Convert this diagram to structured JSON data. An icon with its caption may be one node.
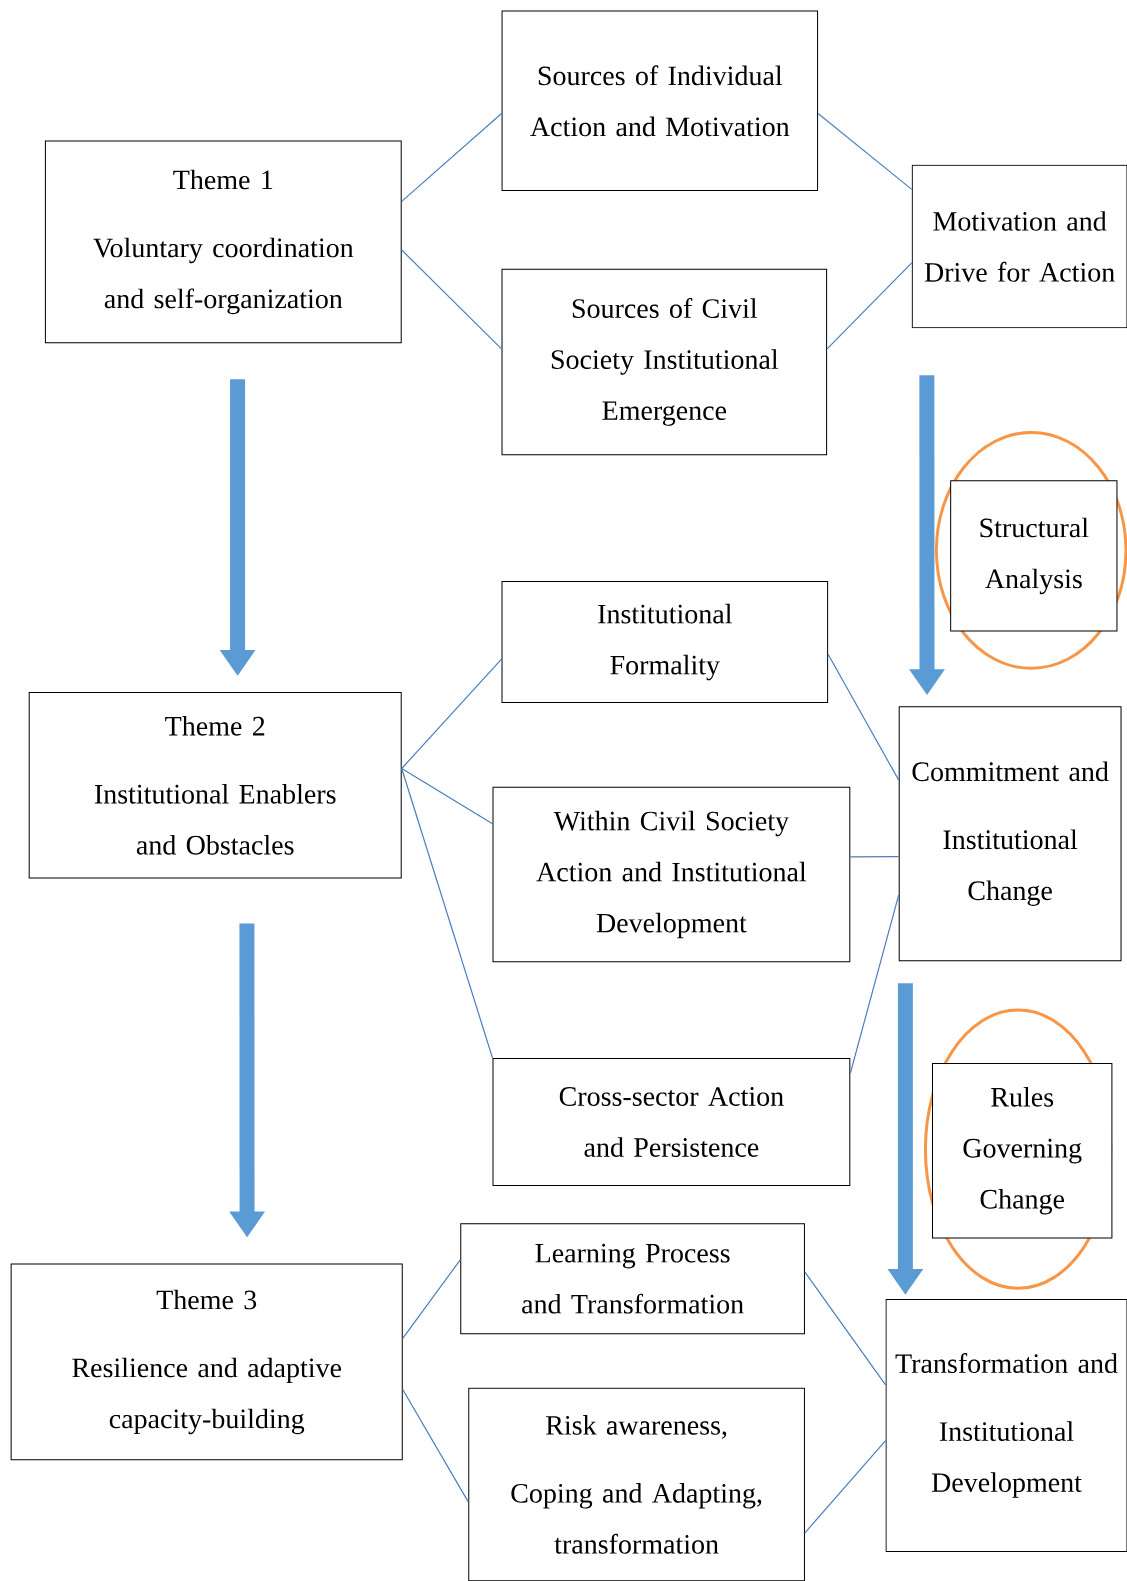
{
  "diagram": {
    "nodes": [
      {
        "text": [
          "Theme 1",
          "Voluntary coordination and self-organization"
        ]
      },
      {
        "text": [
          "Sources of Individual Action and Motivation"
        ]
      },
      {
        "text": [
          "Motivation and Drive for Action"
        ]
      },
      {
        "text": [
          "Sources of Civil Society Institutional Emergence"
        ]
      },
      {
        "text": [
          "Structural Analysis"
        ]
      },
      {
        "text": [
          "Institutional Formality"
        ]
      },
      {
        "text": [
          "Theme 2",
          "Institutional Enablers and Obstacles"
        ]
      },
      {
        "text": [
          "Commitment and",
          "Institutional Change"
        ]
      },
      {
        "text": [
          "Within Civil Society Action and Institutional Development"
        ]
      },
      {
        "text": [
          "Cross-sector Action and Persistence"
        ]
      },
      {
        "text": [
          "Rules Governing Change"
        ]
      },
      {
        "text": [
          "Theme 3",
          "Resilience and adaptive capacity-building"
        ]
      },
      {
        "text": [
          "Learning Process and Transformation"
        ]
      },
      {
        "text": [
          "Transformation and",
          "Institutional Development"
        ]
      },
      {
        "text": [
          "Risk awareness,",
          "Coping and Adapting, transformation"
        ]
      }
    ],
    "edges": [
      {
        "from": 0,
        "to": 1,
        "arrow": "none"
      },
      {
        "from": 0,
        "to": 3,
        "arrow": "none"
      },
      {
        "from": 1,
        "to": 2,
        "arrow": "none"
      },
      {
        "from": 3,
        "to": 2,
        "arrow": "none"
      },
      {
        "from": 6,
        "to": 5,
        "arrow": "none"
      },
      {
        "from": 6,
        "to": 8,
        "arrow": "none"
      },
      {
        "from": 6,
        "to": 9,
        "arrow": "none"
      },
      {
        "from": 5,
        "to": 7,
        "arrow": "none"
      },
      {
        "from": 8,
        "to": 7,
        "arrow": "none"
      },
      {
        "from": 9,
        "to": 7,
        "arrow": "none"
      },
      {
        "from": 11,
        "to": 12,
        "arrow": "none"
      },
      {
        "from": 11,
        "to": 14,
        "arrow": "none"
      },
      {
        "from": 12,
        "to": 13,
        "arrow": "none"
      },
      {
        "from": 14,
        "to": 13,
        "arrow": "none"
      },
      {
        "from": 0,
        "to": 6,
        "arrow": "to",
        "style": "thick",
        "color": "#5b9bd5"
      },
      {
        "from": 6,
        "to": 11,
        "arrow": "to",
        "style": "thick",
        "color": "#5b9bd5"
      },
      {
        "from": 2,
        "to": 7,
        "arrow": "to",
        "style": "thick",
        "color": "#5b9bd5"
      },
      {
        "from": 7,
        "to": 13,
        "arrow": "to",
        "style": "thick",
        "color": "#5b9bd5"
      }
    ]
  }
}
